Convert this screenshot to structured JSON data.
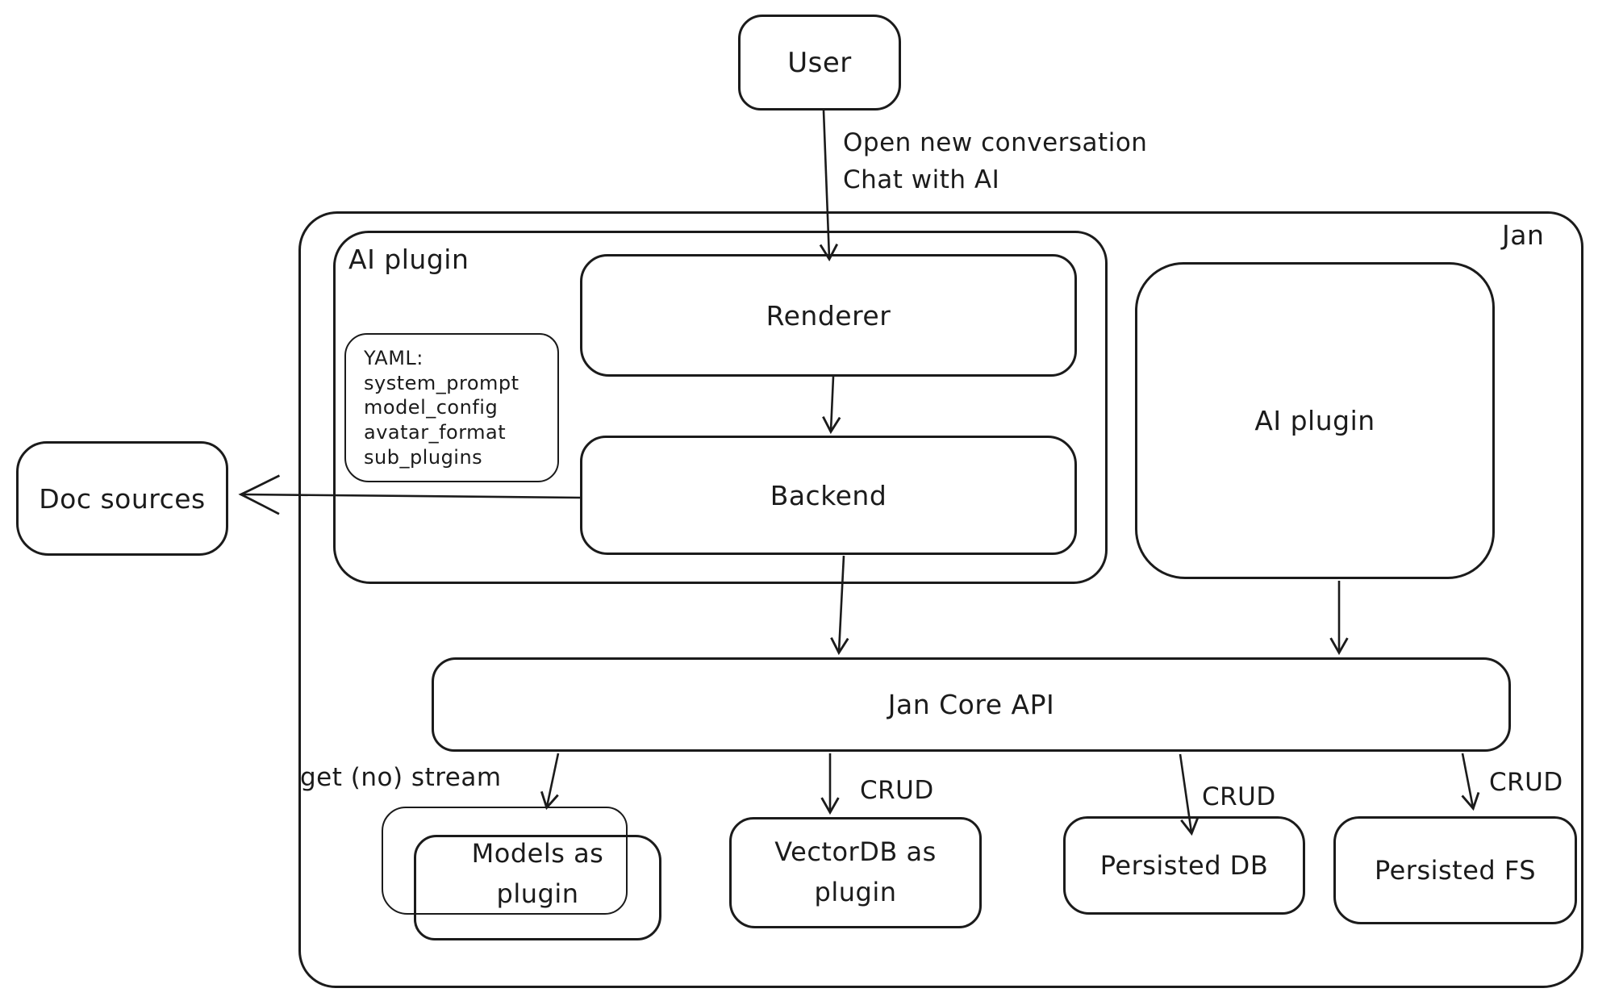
{
  "diagram": {
    "title_region": "Jan",
    "nodes": {
      "user": {
        "label": "User"
      },
      "outer_container": {
        "label": "Jan"
      },
      "plugin_container": {
        "label": "AI plugin"
      },
      "yaml_note": {
        "title": "YAML:",
        "lines": [
          "system_prompt",
          "model_config",
          "avatar_format",
          "sub_plugins"
        ]
      },
      "renderer": {
        "label": "Renderer"
      },
      "backend": {
        "label": "Backend"
      },
      "ai_plugin_right": {
        "label": "AI plugin"
      },
      "doc_sources": {
        "label": "Doc sources"
      },
      "core_api": {
        "label": "Jan Core API"
      },
      "models": {
        "line1": "Models as",
        "line2": "plugin"
      },
      "vectordb": {
        "line1": "VectorDB as",
        "line2": "plugin"
      },
      "persisted_db": {
        "label": "Persisted DB"
      },
      "persisted_fs": {
        "label": "Persisted FS"
      }
    },
    "edge_labels": {
      "user_flow_line1": "Open new conversation",
      "user_flow_line2": "Chat with AI",
      "stream": "get (no) stream",
      "crud_vectordb": "CRUD",
      "crud_persisted_db": "CRUD",
      "crud_persisted_fs": "CRUD"
    },
    "colors": {
      "ink": "#1b1b1b",
      "background": "#ffffff"
    }
  }
}
